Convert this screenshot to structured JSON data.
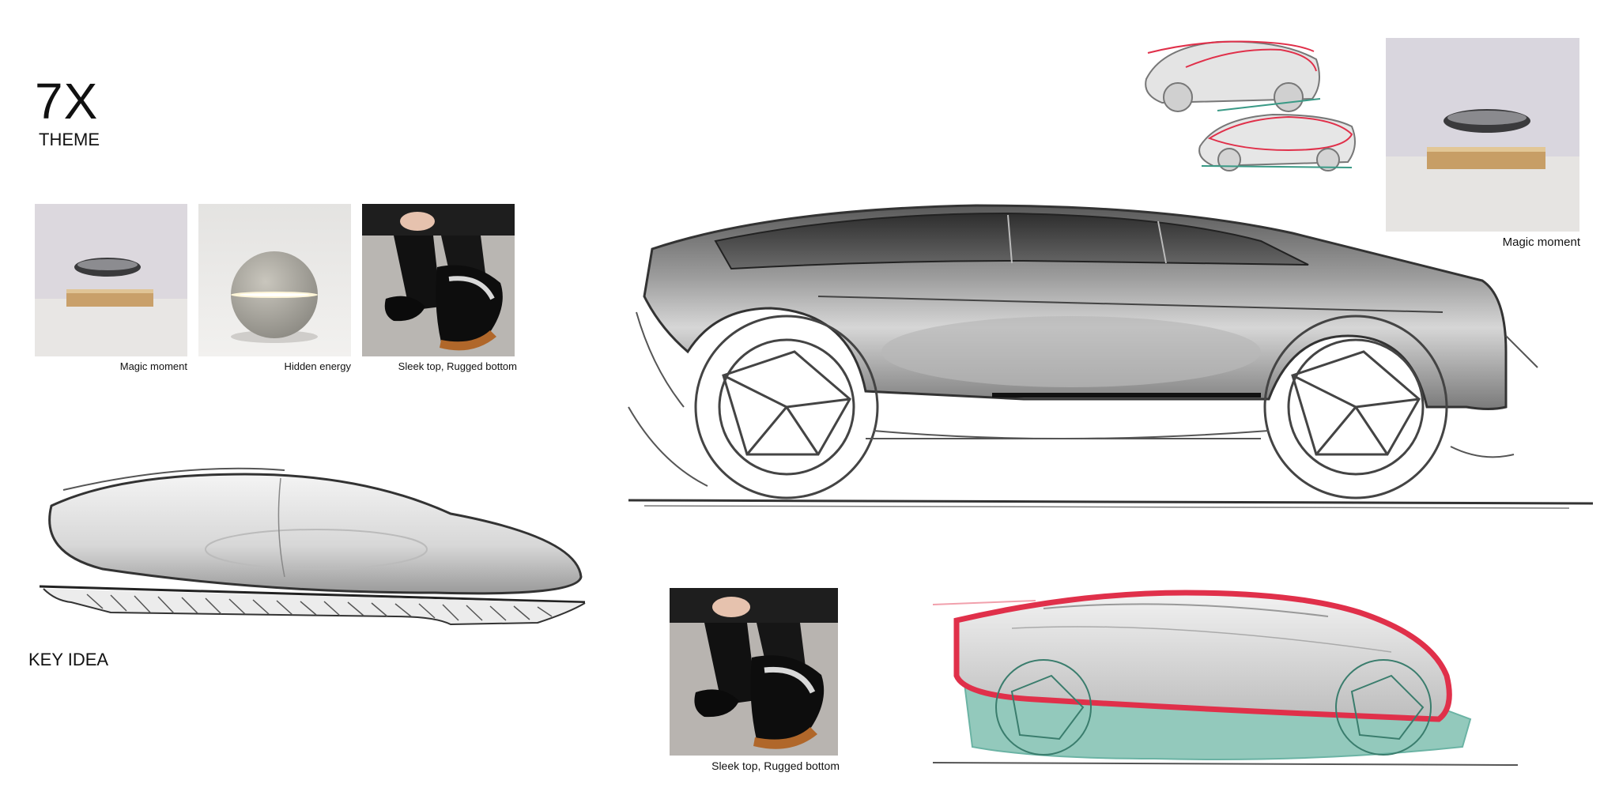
{
  "header": {
    "title": "7X",
    "subtitle": "THEME"
  },
  "mood_images": [
    {
      "icon": "levitating-disc-image",
      "caption": "Magic moment"
    },
    {
      "icon": "glowing-sphere-image",
      "caption": "Hidden energy"
    },
    {
      "icon": "shoe-image",
      "caption": "Sleek top, Rugged bottom"
    }
  ],
  "key_idea": {
    "label": "KEY IDEA"
  },
  "right_top_photo": {
    "icon": "levitating-disc-image",
    "caption": "Magic moment"
  },
  "bottom_photo": {
    "icon": "shoe-image",
    "caption": "Sleek top, Rugged bottom"
  },
  "colors": {
    "accent_red": "#e0304a",
    "accent_teal": "#3a9a86",
    "sketch_grey": "#444444"
  }
}
